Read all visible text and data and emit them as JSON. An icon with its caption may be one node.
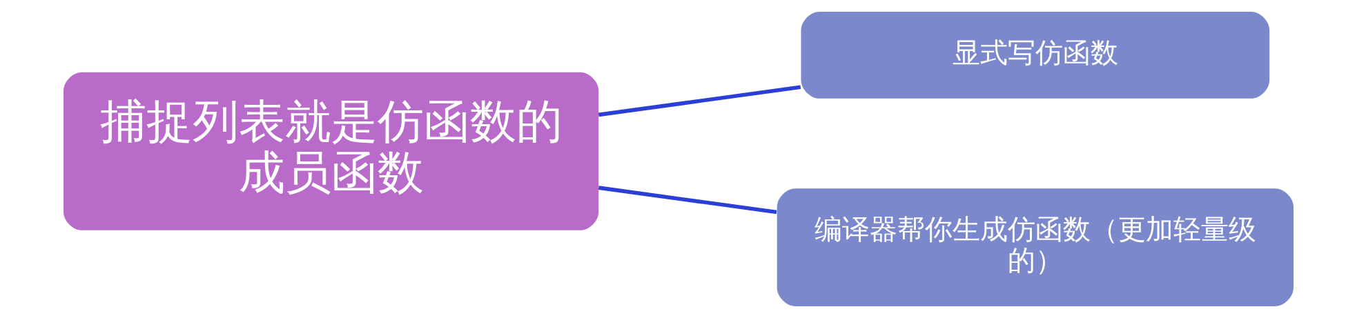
{
  "diagram": {
    "nodes": [
      {
        "text": [
          "捕捉列表就是仿函数的成员函数"
        ]
      },
      {
        "text": [
          "显式写仿函数"
        ]
      },
      {
        "text": [
          "编译器帮你生成仿函数（更加轻量级的）"
        ]
      }
    ],
    "edges": [
      {
        "from": 0,
        "to": 1,
        "arrow": "none"
      },
      {
        "from": 0,
        "to": 2,
        "arrow": "none"
      }
    ]
  }
}
